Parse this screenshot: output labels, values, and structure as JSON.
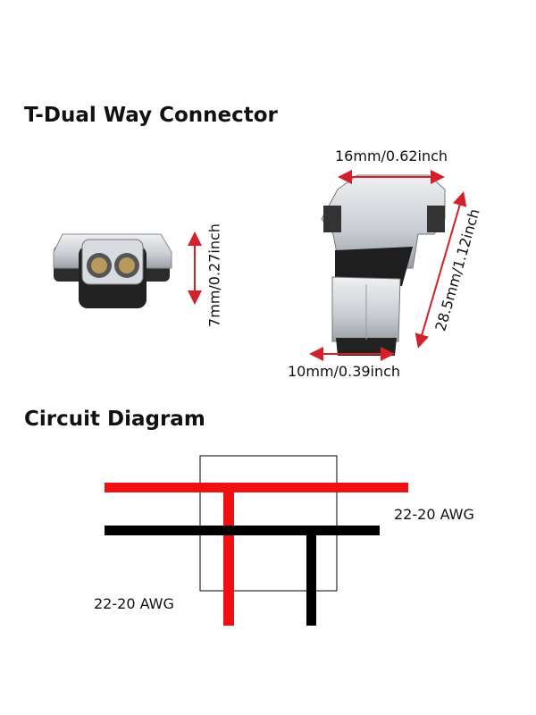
{
  "product_title": "T-Dual Way Connector",
  "dimensions": {
    "height": "7mm/0.27inch",
    "width_top": "16mm/0.62inch",
    "length": "28.5mm/1.12inch",
    "width_bottom": "10mm/0.39inch"
  },
  "diagram": {
    "title": "Circuit Diagram",
    "label_right": "22-20 AWG",
    "label_left": "22-20 AWG"
  },
  "colors": {
    "arrow": "#d4202a",
    "red_wire": "#ee1111",
    "black_wire": "#000000"
  }
}
